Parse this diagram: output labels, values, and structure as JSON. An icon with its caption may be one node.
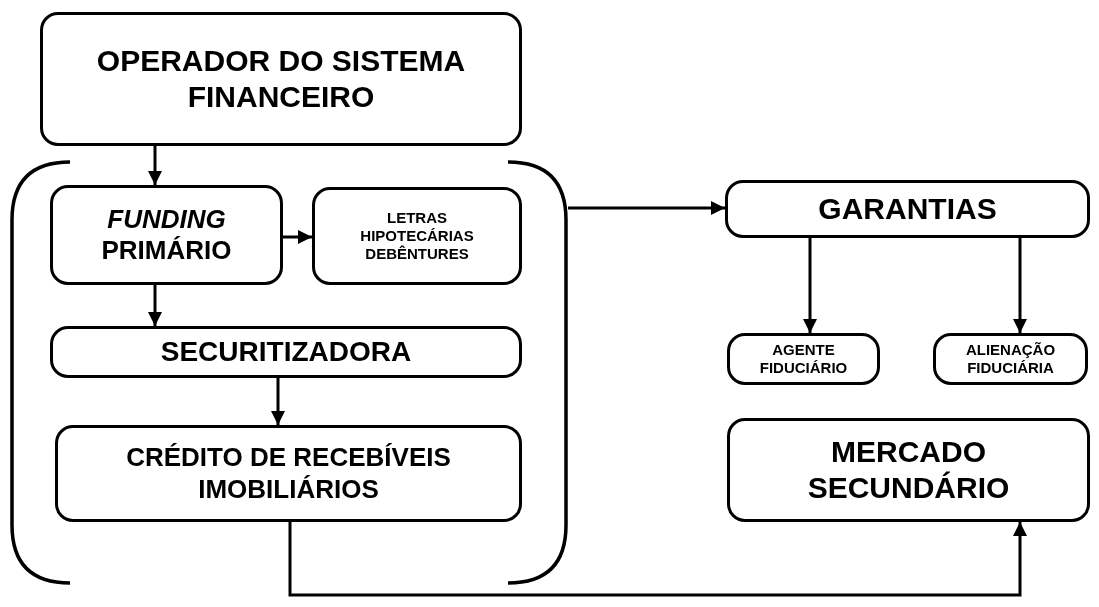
{
  "diagram": {
    "nodes": [
      {
        "text": [
          "OPERADOR DO SISTEMA FINANCEIRO"
        ]
      },
      {
        "text": [],
        "shape": "bracket"
      },
      {
        "text": [
          "*FUNDING* PRIMÁRIO"
        ],
        "in": 1
      },
      {
        "text": [
          "LETRAS HIPOTECÁRIAS DEBÊNTURES"
        ],
        "in": 1
      },
      {
        "text": [
          "SECURITIZADORA"
        ],
        "in": 1
      },
      {
        "text": [
          "CRÉDITO DE RECEBÍVEIS IMOBILIÁRIOS"
        ],
        "in": 1
      },
      {
        "text": [
          "GARANTIAS"
        ]
      },
      {
        "text": [
          "AGENTE FIDUCIÁRIO"
        ]
      },
      {
        "text": [
          "ALIENAÇÃO FIDUCIÁRIA"
        ]
      },
      {
        "text": [
          "MERCADO SECUNDÁRIO"
        ]
      }
    ],
    "edges": [
      {
        "from": 0,
        "to": 2,
        "arrow": "to"
      },
      {
        "from": 2,
        "to": 3,
        "arrow": "to"
      },
      {
        "from": 2,
        "to": 4,
        "arrow": "to"
      },
      {
        "from": 4,
        "to": 5,
        "arrow": "to"
      },
      {
        "from": 1,
        "to": 6,
        "arrow": "to"
      },
      {
        "from": 6,
        "to": 7,
        "arrow": "to"
      },
      {
        "from": 6,
        "to": 8,
        "arrow": "to"
      },
      {
        "from": 5,
        "to": 9,
        "arrow": "to"
      }
    ]
  }
}
